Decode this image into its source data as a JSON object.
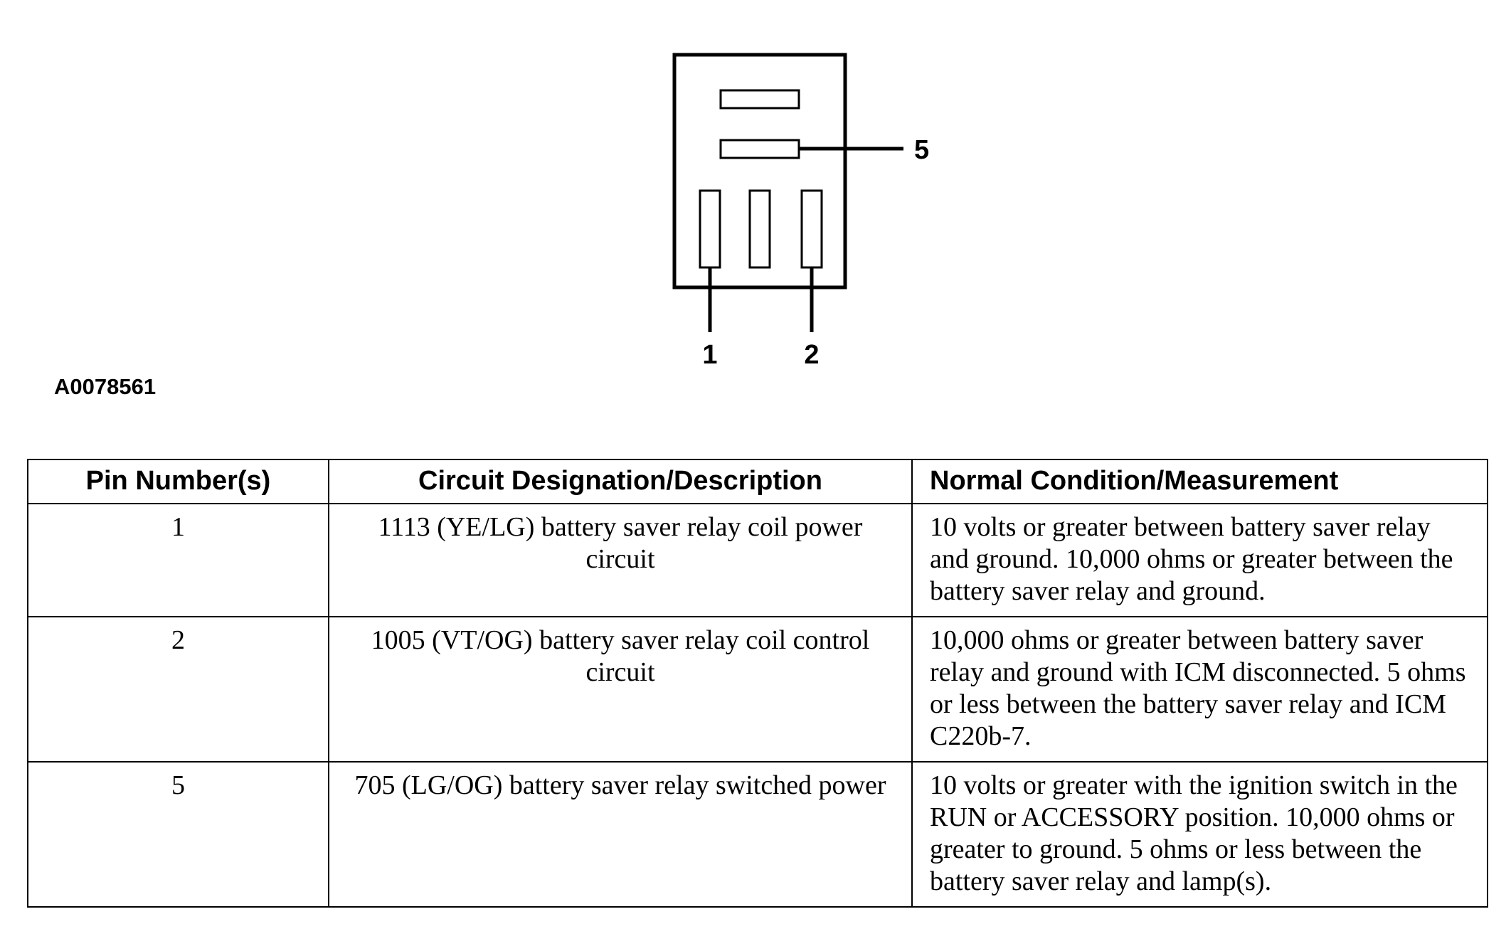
{
  "diagram": {
    "pin_labels": {
      "pin_1": "1",
      "pin_2": "2",
      "pin_5": "5"
    },
    "figure_id": "A0078561"
  },
  "table": {
    "headers": {
      "pin": "Pin Number(s)",
      "circuit": "Circuit Designation/Description",
      "condition": "Normal Condition/Measurement"
    },
    "rows": [
      {
        "pin": "1",
        "circuit": "1113 (YE/LG) battery saver relay coil power circuit",
        "condition": "10 volts or greater between battery saver relay and ground. 10,000 ohms or greater between the battery saver relay and ground."
      },
      {
        "pin": "2",
        "circuit": "1005 (VT/OG) battery saver relay coil control circuit",
        "condition": "10,000 ohms or greater between battery saver relay and ground with ICM disconnected. 5 ohms or less between the battery saver relay and ICM C220b-7."
      },
      {
        "pin": "5",
        "circuit": "705 (LG/OG) battery saver relay switched power",
        "condition": "10 volts or greater with the ignition switch in the RUN or ACCESSORY position. 10,000 ohms or greater to ground. 5 ohms or less between the battery saver relay and lamp(s)."
      }
    ]
  }
}
